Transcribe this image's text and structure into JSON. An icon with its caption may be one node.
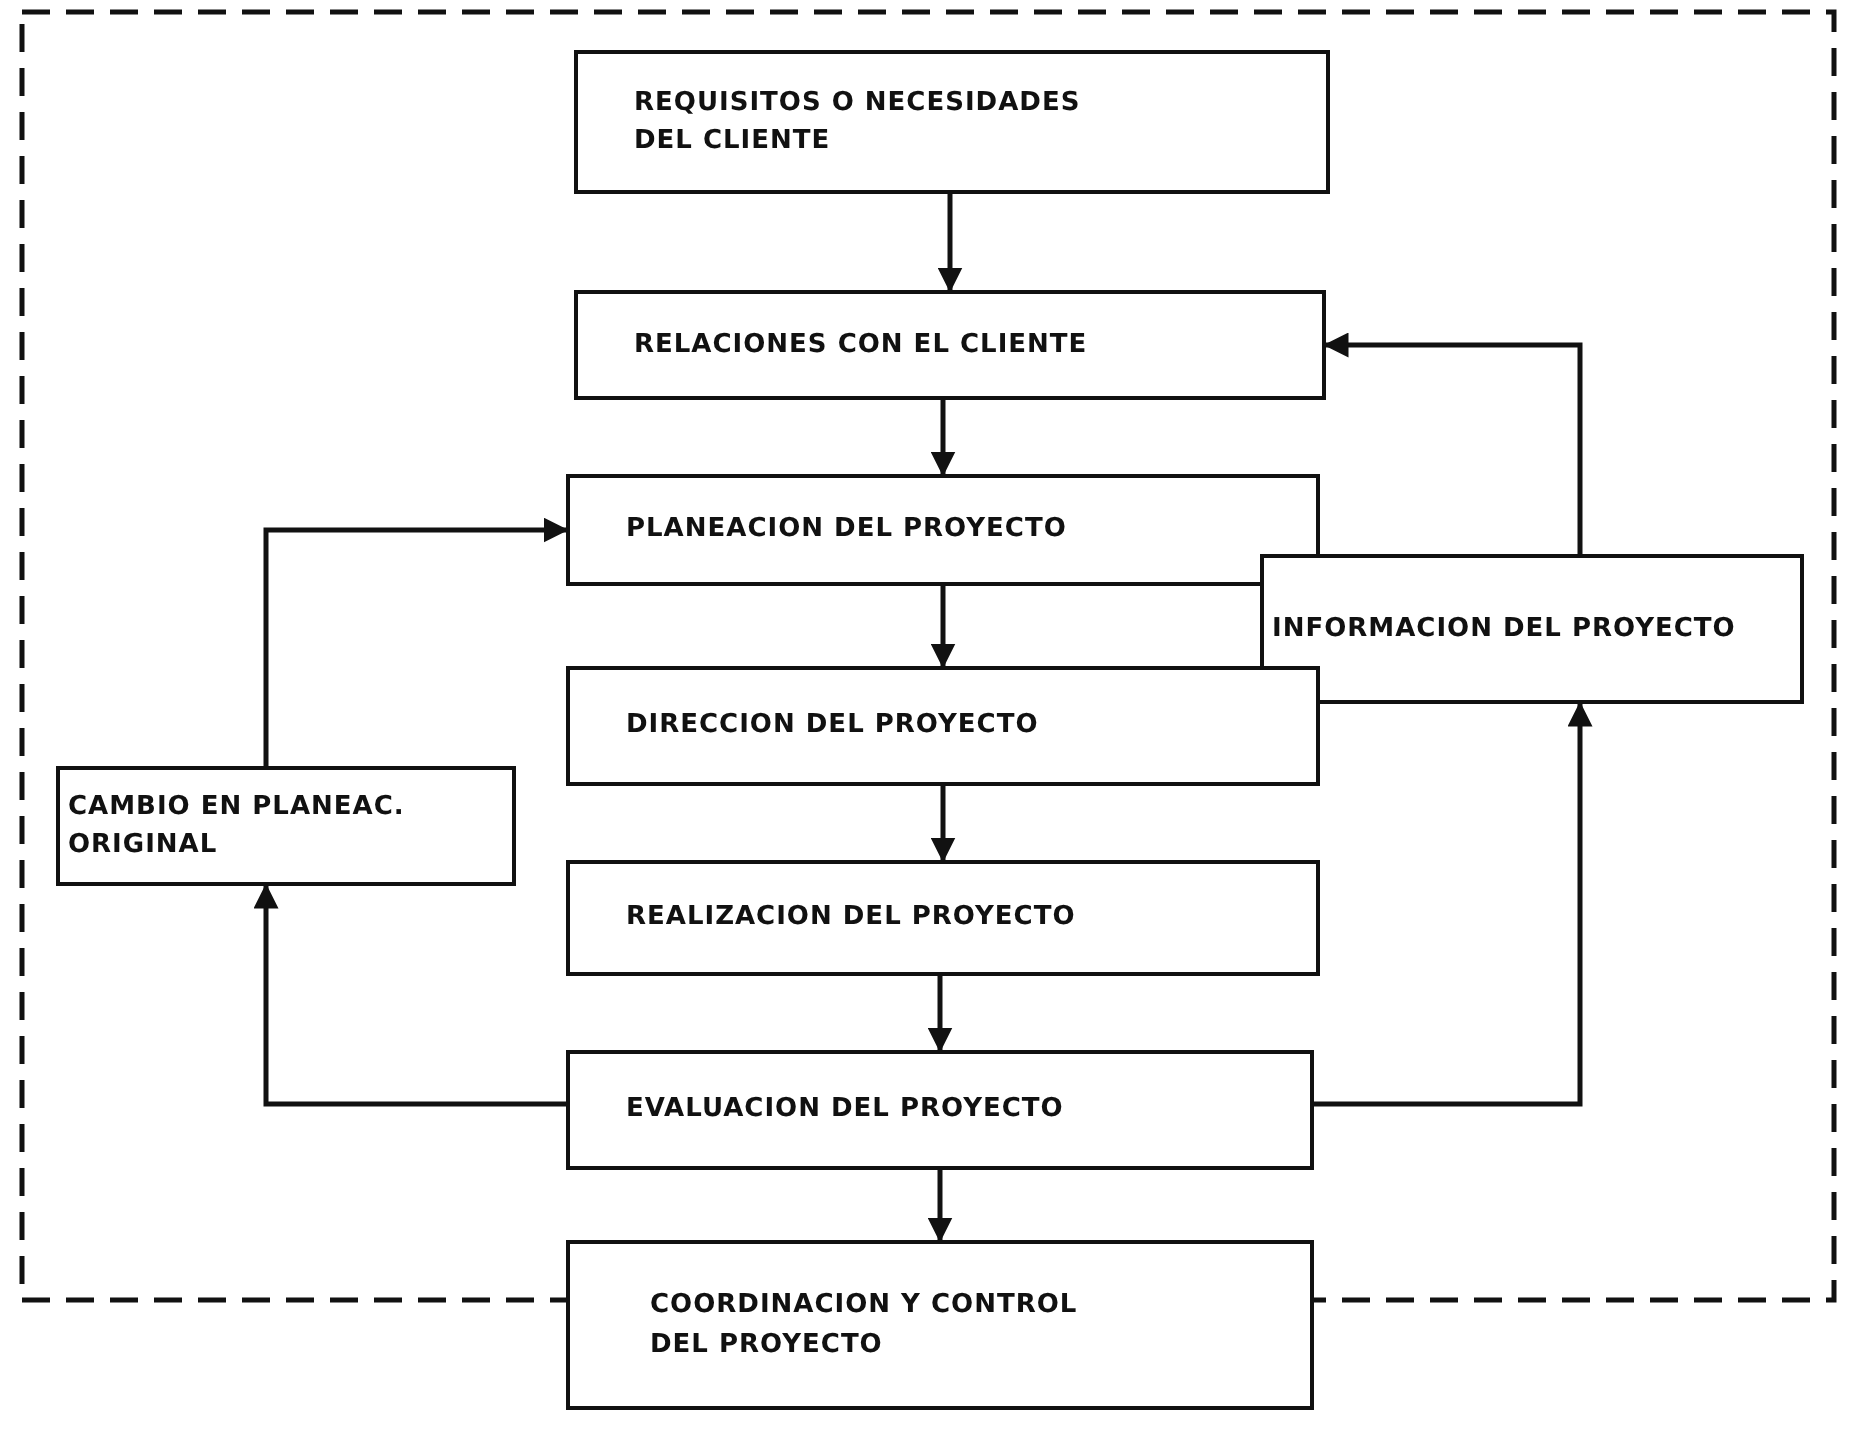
{
  "diagram": {
    "nodes": [
      {
        "text": [
          "REQUISITOS O NECESIDADES DEL CLIENTE"
        ]
      },
      {
        "text": [
          "RELACIONES CON EL CLIENTE"
        ]
      },
      {
        "text": [
          "PLANEACION DEL PROYECTO"
        ]
      },
      {
        "text": [
          "INFORMACION DEL PROYECTO"
        ]
      },
      {
        "text": [
          "DIRECCION DEL PROYECTO"
        ]
      },
      {
        "text": [
          "CAMBIO EN PLANEAC. ORIGINAL"
        ]
      },
      {
        "text": [
          "REALIZACION DEL PROYECTO"
        ]
      },
      {
        "text": [
          "EVALUACION DEL PROYECTO"
        ]
      },
      {
        "text": [
          "COORDINACION Y CONTROL DEL PROYECTO"
        ]
      }
    ],
    "edges": [
      {
        "from": 0,
        "to": 1,
        "arrow": "to"
      },
      {
        "from": 1,
        "to": 2,
        "arrow": "to"
      },
      {
        "from": 2,
        "to": 4,
        "arrow": "to"
      },
      {
        "from": 4,
        "to": 6,
        "arrow": "to"
      },
      {
        "from": 6,
        "to": 7,
        "arrow": "to"
      },
      {
        "from": 7,
        "to": 8,
        "arrow": "to"
      },
      {
        "from": 7,
        "to": 5,
        "arrow": "to"
      },
      {
        "from": 5,
        "to": 2,
        "arrow": "to"
      },
      {
        "from": 7,
        "to": 3,
        "arrow": "to"
      },
      {
        "from": 3,
        "to": 1,
        "arrow": "to"
      }
    ]
  }
}
